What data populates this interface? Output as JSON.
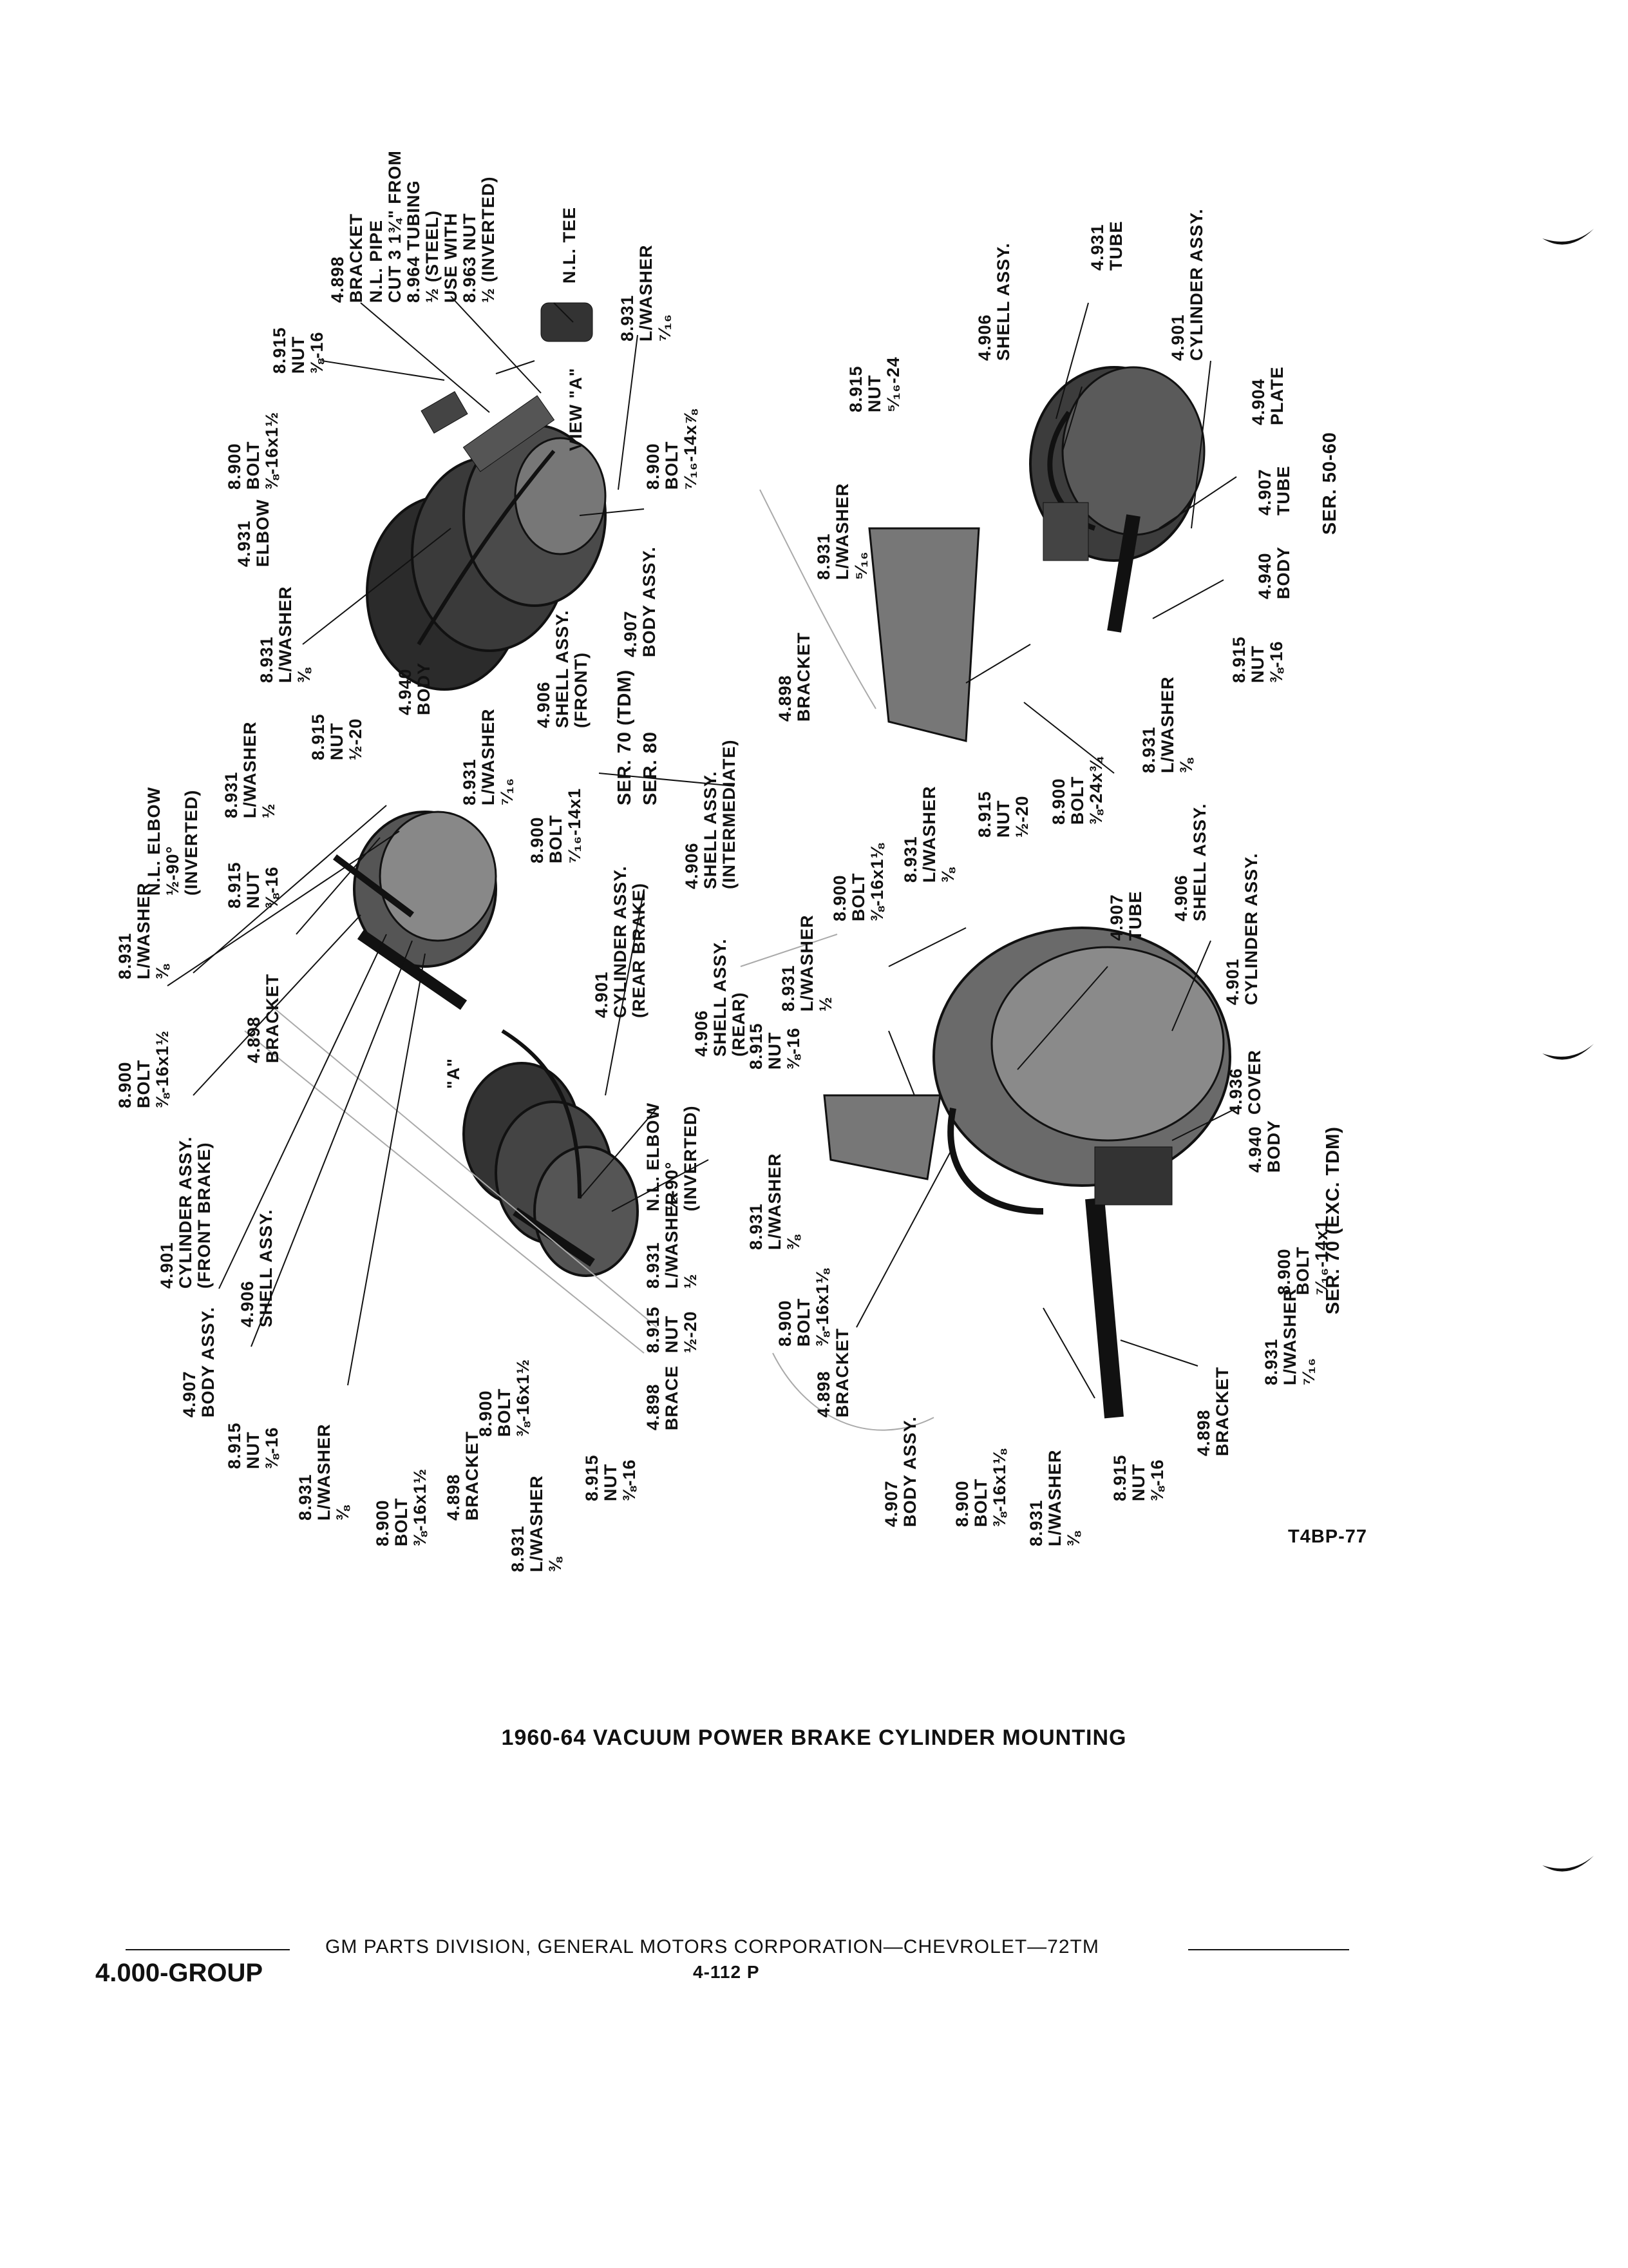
{
  "figure": {
    "code": "T4BP-77",
    "caption": "1960-64 VACUUM POWER BRAKE CYLINDER MOUNTING"
  },
  "labels": {
    "bracket_top": "4.898\nBRACKET",
    "nut_top": "8.915\nNUT\n⅜-16",
    "nl_pipe": "N.L. PIPE\nCUT 3 1¾\" FROM\n8.964 TUBING\n½ (STEEL)\nUSE WITH\n8.963 NUT\n½ (INVERTED)",
    "nl_tee": "N.L. TEE",
    "bolt_top": "8.900\nBOLT\n⅜-16x1½",
    "elbow_top": "4.931\nELBOW",
    "lwasher_716_top": "8.931\nL/WASHER\n⁷⁄₁₆",
    "view_a": "VIEW \"A\"",
    "bolt_716": "8.900\nBOLT\n⁷⁄₁₆-14x⅞",
    "body_top": "4.907\nBODY ASSY.",
    "lwasher_38_left": "8.931\nL/WASHER\n⅜",
    "shell_front": "4.906\nSHELL ASSY.\n(FRONT)",
    "ser70tdm": "SER. 70 (TDM)",
    "ser80": "SER. 80",
    "nl_elbow_top": "N.L. ELBOW\n½-90°\n(INVERTED)",
    "lwasher_half": "8.931\nL/WASHER\n½",
    "nut_half20": "8.915\nNUT\n½-20",
    "body_mid": "4.940\nBODY",
    "lwasher_716_mid": "8.931\nL/WASHER\n⁷⁄₁₆",
    "bolt_716_1": "8.900\nBOLT\n⁷⁄₁₆-14x1",
    "nut_mid": "8.915\nNUT\n⅜-16",
    "lwasher_38_mid": "8.931\nL/WASHER\n⅜",
    "bracket_mid": "4.898\nBRACKET",
    "bolt_mid": "8.900\nBOLT\n⅜-16x1½",
    "cyl_rear": "4.901\nCYLINDER ASSY.\n(REAR BRAKE)",
    "shell_inter": "4.906\nSHELL ASSY.\n(INTERMEDIATE)",
    "shell_rear": "4.906\nSHELL ASSY.\n(REAR)",
    "a_mark": "\"A\"",
    "cyl_front": "4.901\nCYLINDER ASSY.\n(FRONT BRAKE)",
    "shell_assy_l": "4.906\nSHELL ASSY.",
    "body_assy_l": "4.907\nBODY ASSY.",
    "nut_low1": "8.915\nNUT\n⅜-16",
    "lwasher_low1": "8.931\nL/WASHER\n⅜",
    "bolt_low1": "8.900\nBOLT\n⅜-16x1½",
    "bracket_low1": "4.898\nBRACKET",
    "lwasher_low2": "8.931\nL/WASHER\n⅜",
    "bolt_low2": "8.900\nBOLT\n⅜-16x1½",
    "nut_low2": "8.915\nNUT\n⅜-16",
    "brace": "4.898\nBRACE",
    "nut_half20_low": "8.915\nNUT\n½-20",
    "lwasher_half_low": "8.931\nL/WASHER\n½",
    "nl_elbow_low": "N.L. ELBOW\n½-90°\n(INVERTED)",
    "nut_516": "8.915\nNUT\n⁵⁄₁₆-24",
    "lwasher_516": "8.931\nL/WASHER\n⁵⁄₁₆",
    "shell_r_top": "4.906\nSHELL ASSY.",
    "tube_r_top": "4.931\nTUBE",
    "cyl_r_top": "4.901\nCYLINDER ASSY.",
    "plate": "4.904\nPLATE",
    "tube_r_mid": "4.907\nTUBE",
    "body_r": "4.940\nBODY",
    "ser5060": "SER. 50-60",
    "nut_r": "8.915\nNUT\n⅜-16",
    "bracket_r": "4.898\nBRACKET",
    "lwasher_r": "8.931\nL/WASHER\n⅜",
    "bolt_r": "8.900\nBOLT\n⅜-24x¾",
    "nut_r2": "8.915\nNUT\n½-20",
    "lwasher_r2": "8.931\nL/WASHER\n⅜",
    "bolt_r2": "8.900\nBOLT\n⅜-16x1⅛",
    "lwasher_r3": "8.931\nL/WASHER\n½",
    "nut_r3": "8.915\nNUT\n⅜-16",
    "tube_big": "4.907\nTUBE",
    "shell_big": "4.906\nSHELL ASSY.",
    "cyl_big": "4.901\nCYLINDER ASSY.",
    "cover": "4.936\nCOVER",
    "body_big": "4.940\nBODY",
    "ser70exc": "SER. 70 (EXC. TDM)",
    "lwasher_big": "8.931\nL/WASHER\n⅜",
    "bolt_big": "8.900\nBOLT\n⅜-16x1⅛",
    "bracket_big": "4.898\nBRACKET",
    "bolt_big2": "8.900\nBOLT\n⁷⁄₁₆-14x1",
    "lwasher_big2": "8.931\nL/WASHER\n⁷⁄₁₆",
    "bracket_big2": "4.898\nBRACKET",
    "nut_big": "8.915\nNUT\n⅜-16",
    "lwasher_big3": "8.931\nL/WASHER\n⅜",
    "bolt_big3": "8.900\nBOLT\n⅜-16x1⅛",
    "body_assy_big": "4.907\nBODY ASSY."
  },
  "footer": {
    "division": "GM PARTS DIVISION,  GENERAL MOTORS CORPORATION—CHEVROLET—72TM",
    "group": "4.000-GROUP",
    "page": "4-112  P"
  }
}
